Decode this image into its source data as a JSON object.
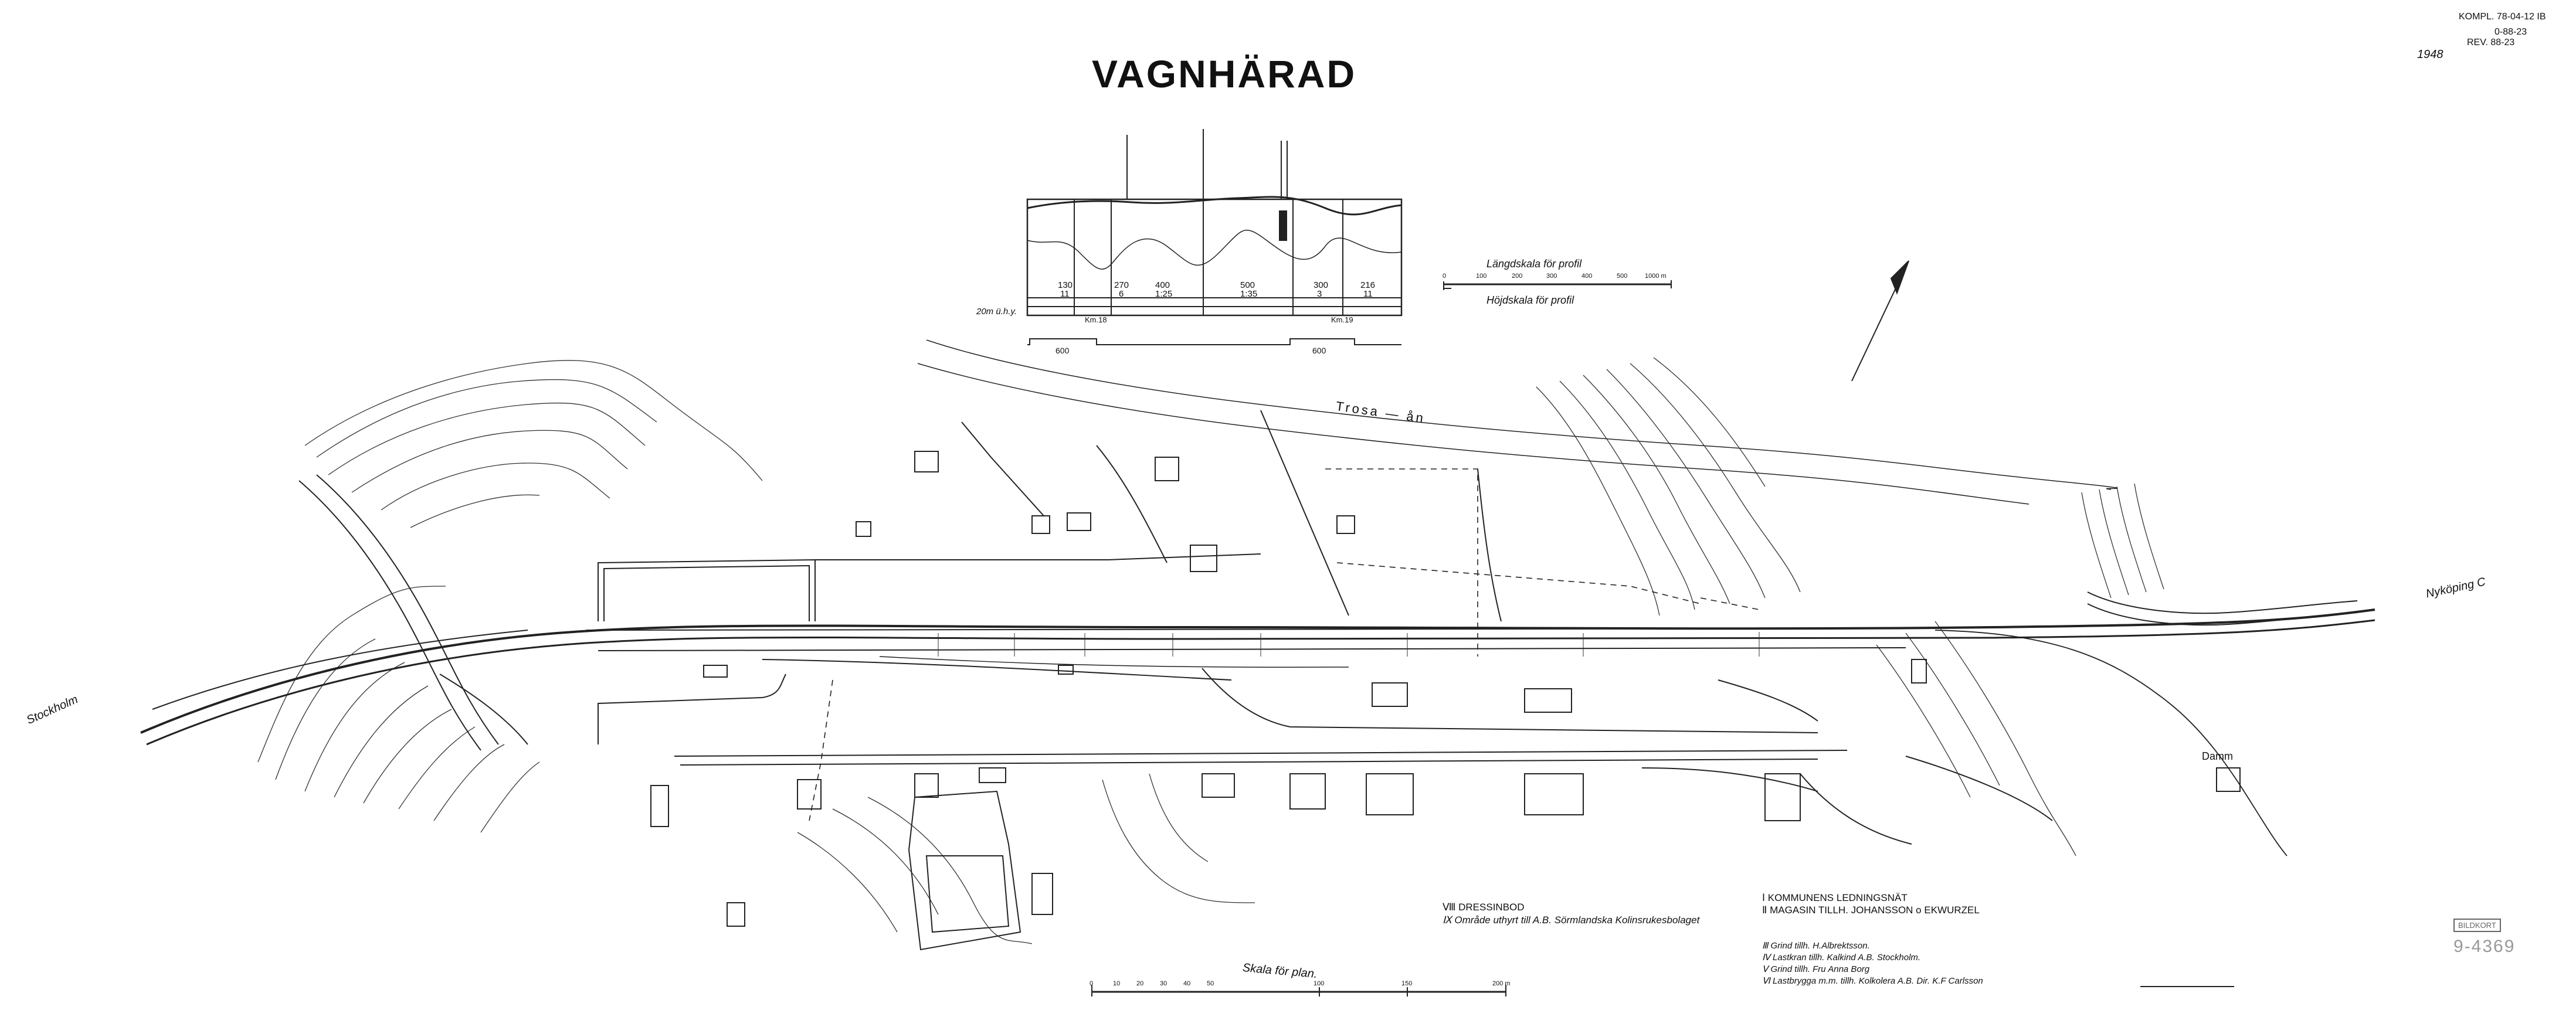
{
  "title": "VAGNHÄRAD",
  "header_codes": {
    "kompl": "KOMPL. 78-04-12 IB",
    "rev_date": "0-88-23",
    "rev": "REV. 88-23"
  },
  "year": "1948",
  "profile": {
    "scale_long_label": "Längdskala för profil",
    "scale_height_label": "Höjdskala för profil",
    "datum_label": "20m ü.h.y.",
    "km_left": "Km.18",
    "km_right": "Km.19",
    "segments": [
      {
        "len": "130",
        "grad": "11"
      },
      {
        "len": "270",
        "grad": "6"
      },
      {
        "len": "400",
        "grad": "1:25"
      },
      {
        "len": "500",
        "grad": "1:35"
      },
      {
        "len": "300",
        "grad": "3"
      },
      {
        "len": "216",
        "grad": "11"
      }
    ],
    "curve_radius_left": "600",
    "curve_radius_right": "600"
  },
  "places": {
    "stockholm": "Stockholm",
    "nykoping": "Nyköping C",
    "river": "Trosa — ån",
    "damm": "Damm"
  },
  "legend_left": [
    {
      "num": "Ⅷ",
      "text": "DRESSINBOD"
    },
    {
      "num": "Ⅸ",
      "text": "Område uthyrt till A.B. Sörmlandska Kolinsrukesbolaget"
    }
  ],
  "legend_right": [
    {
      "num": "Ⅰ",
      "text": "KOMMUNENS LEDNINGSNÄT"
    },
    {
      "num": "Ⅱ",
      "text": "MAGASIN TILLH. JOHANSSON o EKWURZEL"
    },
    {
      "num": "Ⅲ",
      "text": "Grind tillh. H.Albrektsson."
    },
    {
      "num": "Ⅳ",
      "text": "Lastkran tillh. Kalkind A.B. Stockholm."
    },
    {
      "num": "Ⅴ",
      "text": "Grind tillh. Fru Anna Borg"
    },
    {
      "num": "Ⅵ",
      "text": "Lastbrygga m.m. tillh. Kolkolera A.B. Dir. K.F Carlsson"
    }
  ],
  "plan_scale": {
    "label": "Skala för plan.",
    "ticks": [
      "0",
      "10",
      "20",
      "30",
      "40",
      "50",
      "100",
      "150",
      "200 m"
    ]
  },
  "profile_scale_ticks": [
    "0",
    "100",
    "200",
    "300",
    "400",
    "500",
    "1000 m"
  ],
  "stamp": "BILDKORT",
  "archive_number": "9-4369"
}
